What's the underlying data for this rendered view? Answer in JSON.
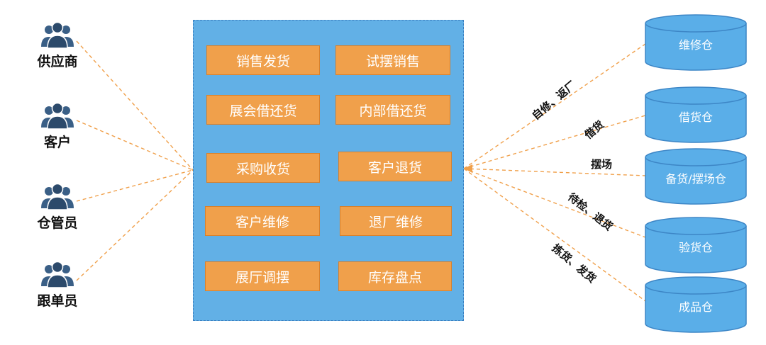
{
  "actors": [
    {
      "label": "供应商"
    },
    {
      "label": "客户"
    },
    {
      "label": "仓管员"
    },
    {
      "label": "跟单员"
    }
  ],
  "functions": [
    "销售发货",
    "试摆销售",
    "展会借还货",
    "内部借还货",
    "采购收货",
    "客户退货",
    "客户维修",
    "退厂维修",
    "展厅调摆",
    "库存盘点"
  ],
  "warehouses": [
    {
      "label": "维修仓"
    },
    {
      "label": "借货仓"
    },
    {
      "label": "备货/摆场仓"
    },
    {
      "label": "验货仓"
    },
    {
      "label": "成品仓"
    }
  ],
  "edge_labels": [
    "自修、返厂",
    "借货",
    "摆场",
    "待检、退货",
    "拣货、发货"
  ],
  "colors": {
    "panel": "#62b0e6",
    "function_box": "#f0a04b",
    "warehouse": "#5aaee8",
    "connector": "#f0a04b",
    "actor_icon": "#2c4a6b"
  }
}
